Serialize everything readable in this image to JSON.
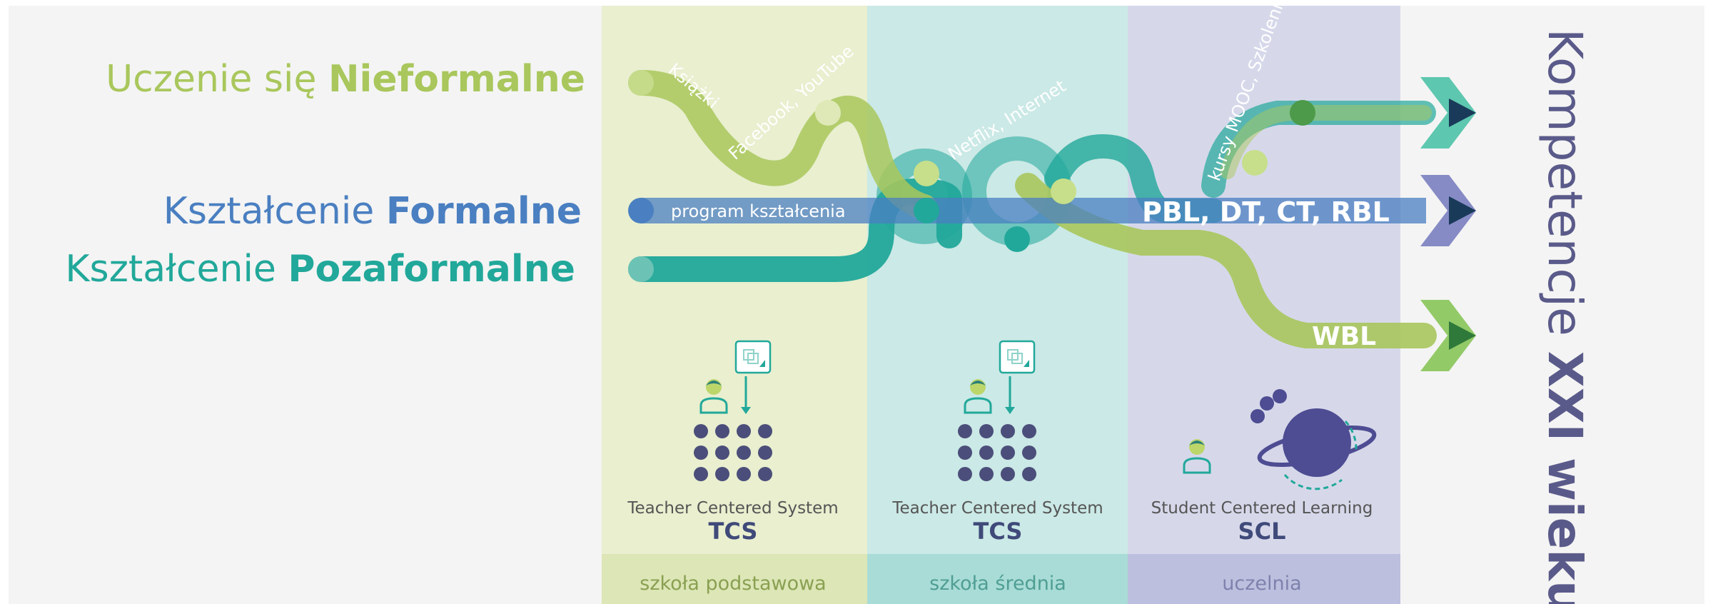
{
  "rows": {
    "nieformalne": {
      "prefix": "Uczenie się ",
      "bold": "Nieformalne",
      "color": "#a9c75c"
    },
    "formalne": {
      "prefix": "Kształcenie ",
      "bold": "Formalne",
      "color": "#4a7fc1"
    },
    "pozaformalne": {
      "prefix": "Kształcenie ",
      "bold": "Pozaformalne",
      "color": "#21a89a"
    }
  },
  "path_labels": {
    "ksiazki": "Książki",
    "facebook": "Facebook, YouTube",
    "netflix": "Netflix, Internet",
    "mooc": "kursy MOOC, Szkolenia",
    "program": "program kształcenia"
  },
  "methods": {
    "formal": "PBL, DT, CT, RBL",
    "work": "WBL"
  },
  "columns": [
    {
      "system": "Teacher Centered System",
      "abbr": "TCS",
      "school": "szkoła podstawowa",
      "bg": "#e9efcf",
      "footer_bg": "#dce6b6"
    },
    {
      "system": "Teacher Centered System",
      "abbr": "TCS",
      "school": "szkoła średnia",
      "bg": "#cbe9e6",
      "footer_bg": "#a9dcd6"
    },
    {
      "system": "Student Centered Learning",
      "abbr": "SCL",
      "school": "uczelnia",
      "bg": "#d6d8ea",
      "footer_bg": "#bcc0de"
    }
  ],
  "outcome": {
    "prefix": "Kompetencje ",
    "bold": "XXI wieku",
    "color": "#5a5a8a"
  },
  "colors": {
    "background": "#f4f4f4",
    "green": "#a9c75c",
    "blue": "#4a7fc1",
    "teal": "#21a89a",
    "navy": "#3f4a7a",
    "purple": "#5a5aa0"
  }
}
